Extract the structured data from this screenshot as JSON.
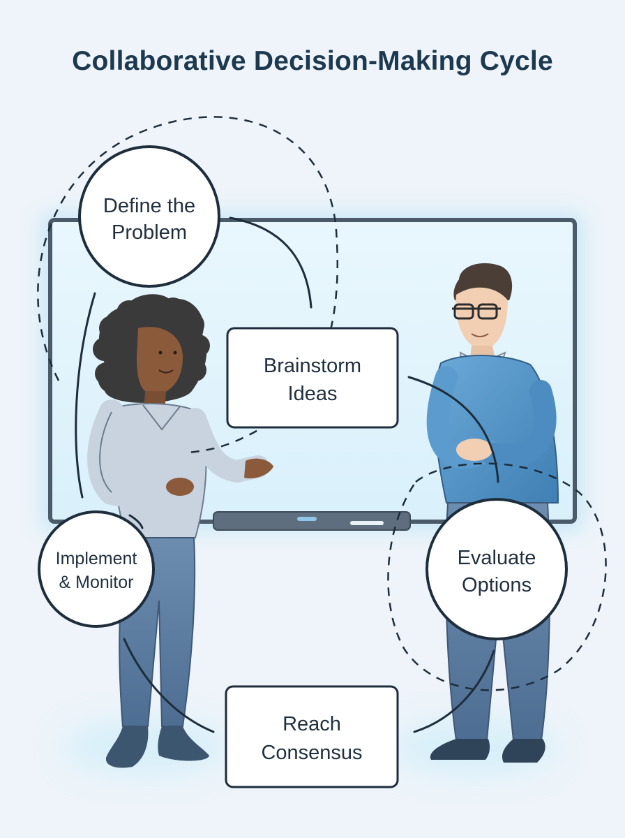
{
  "title": "Collaborative Decision-Making Cycle",
  "colors": {
    "ink": "#1a2d3e",
    "accent": "#5fa7cf",
    "glow": "#9fd8f2",
    "background": "#eef4f9"
  },
  "steps": [
    {
      "id": "define",
      "shape": "circle",
      "lines": [
        "Define the",
        "Problem"
      ]
    },
    {
      "id": "brainstorm",
      "shape": "box",
      "lines": [
        "Brainstorm",
        "Ideas"
      ]
    },
    {
      "id": "evaluate",
      "shape": "circle",
      "lines": [
        "Evaluate",
        "Options"
      ]
    },
    {
      "id": "consensus",
      "shape": "box",
      "lines": [
        "Reach",
        "Consensus"
      ]
    },
    {
      "id": "implement",
      "shape": "circle",
      "lines": [
        "Implement",
        "& Monitor"
      ]
    }
  ]
}
